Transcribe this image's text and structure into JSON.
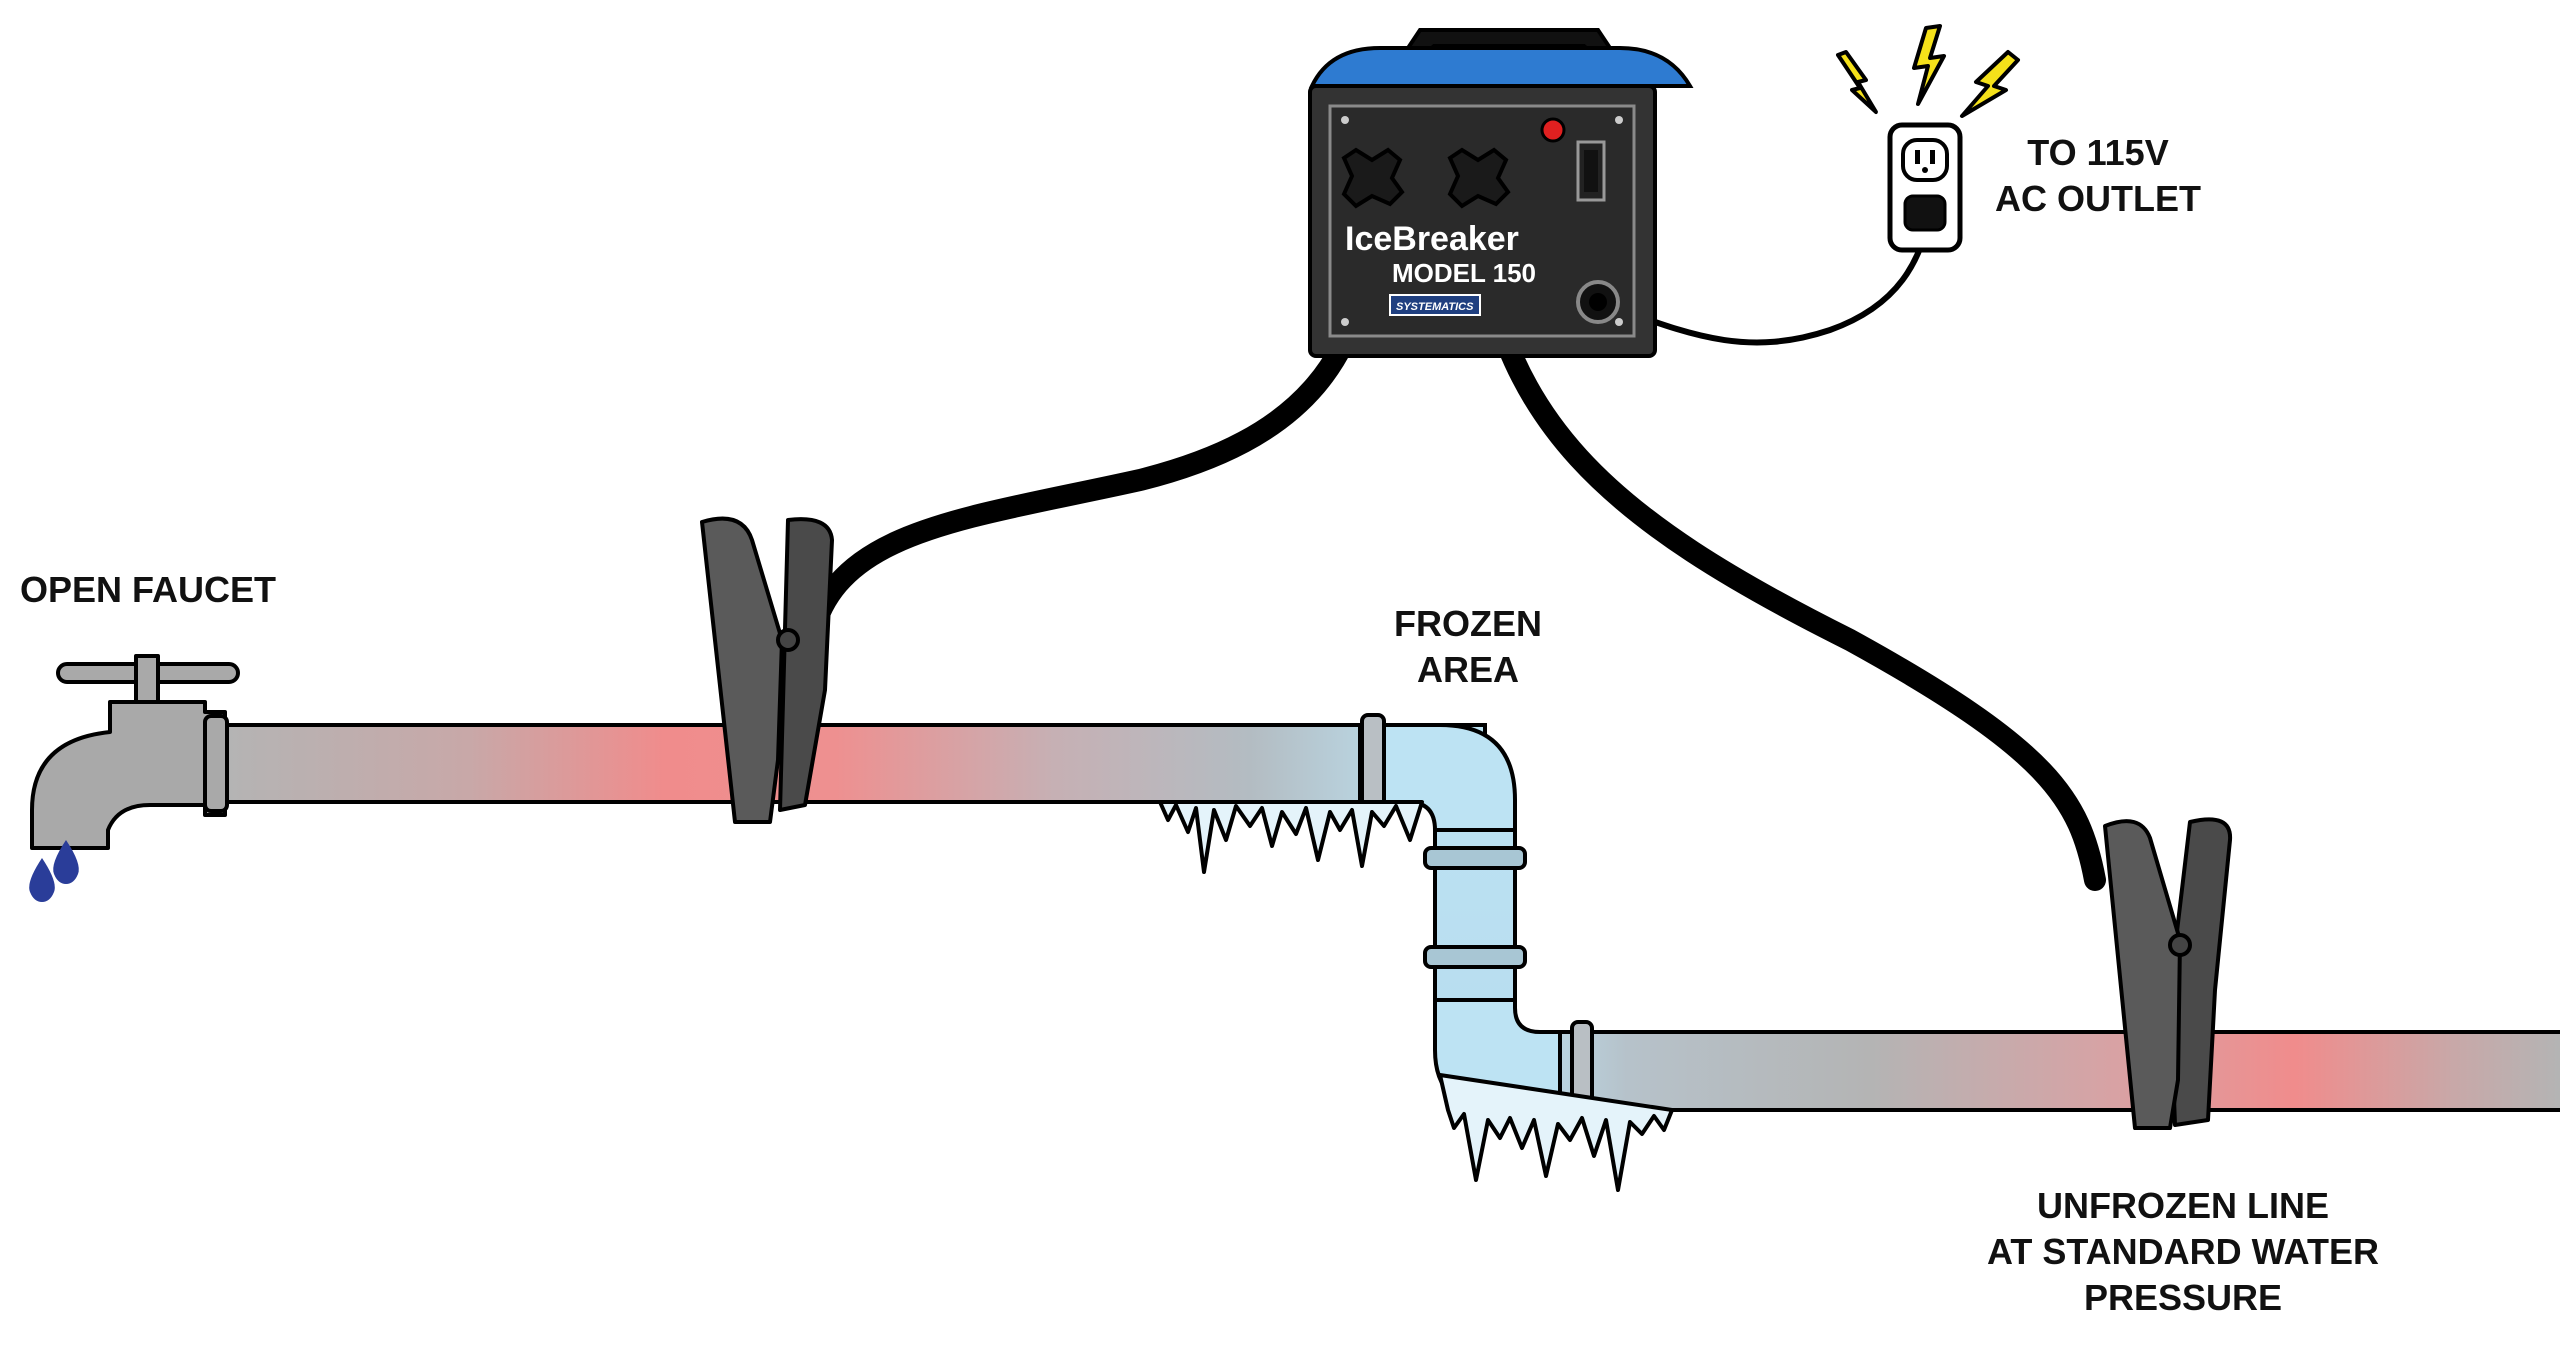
{
  "labels": {
    "open_faucet": "OPEN FAUCET",
    "frozen_area_line1": "FROZEN",
    "frozen_area_line2": "AREA",
    "outlet_line1": "TO 115V",
    "outlet_line2": "AC OUTLET",
    "unfrozen_line1": "UNFROZEN LINE",
    "unfrozen_line2": "AT STANDARD WATER",
    "unfrozen_line3": "PRESSURE"
  },
  "device": {
    "name": "IceBreaker",
    "model": "MODEL 150",
    "maker": "SYSTEMATICS"
  },
  "colors": {
    "pipe_hot": "#f08c8c",
    "pipe_cold": "#bde3f3",
    "pipe_gray": "#b4b4b4",
    "device_body": "#333333",
    "device_top": "#2e7bd1",
    "cable": "#000000",
    "spark": "#f5e11a",
    "water_drop": "#2a3d99",
    "indicator_light": "#e02020"
  },
  "icons": [
    "faucet-icon",
    "clamp-icon",
    "outlet-icon",
    "spark-icon",
    "water-drop-icon",
    "icicle-icon"
  ]
}
